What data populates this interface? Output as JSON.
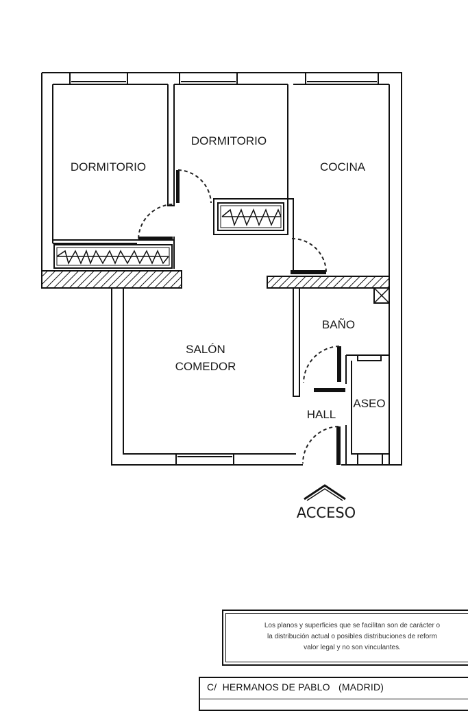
{
  "rooms": {
    "dormitorio_1": "DORMITORIO",
    "dormitorio_2": "DORMITORIO",
    "cocina": "COCINA",
    "salon_line1": "SALÓN",
    "salon_line2": "COMEDOR",
    "bano": "BAÑO",
    "aseo": "ASEO",
    "hall": "HALL"
  },
  "entrance": {
    "label": "ACCESO"
  },
  "disclaimer": {
    "line1": "Los planos y superficies que se facilitan son de carácter o",
    "line2": "la distribución actual o posibles distribuciones de reform",
    "line3": "valor legal y no son vinculantes."
  },
  "address": {
    "text": "C/  HERMANOS DE PABLO   (MADRID)"
  }
}
